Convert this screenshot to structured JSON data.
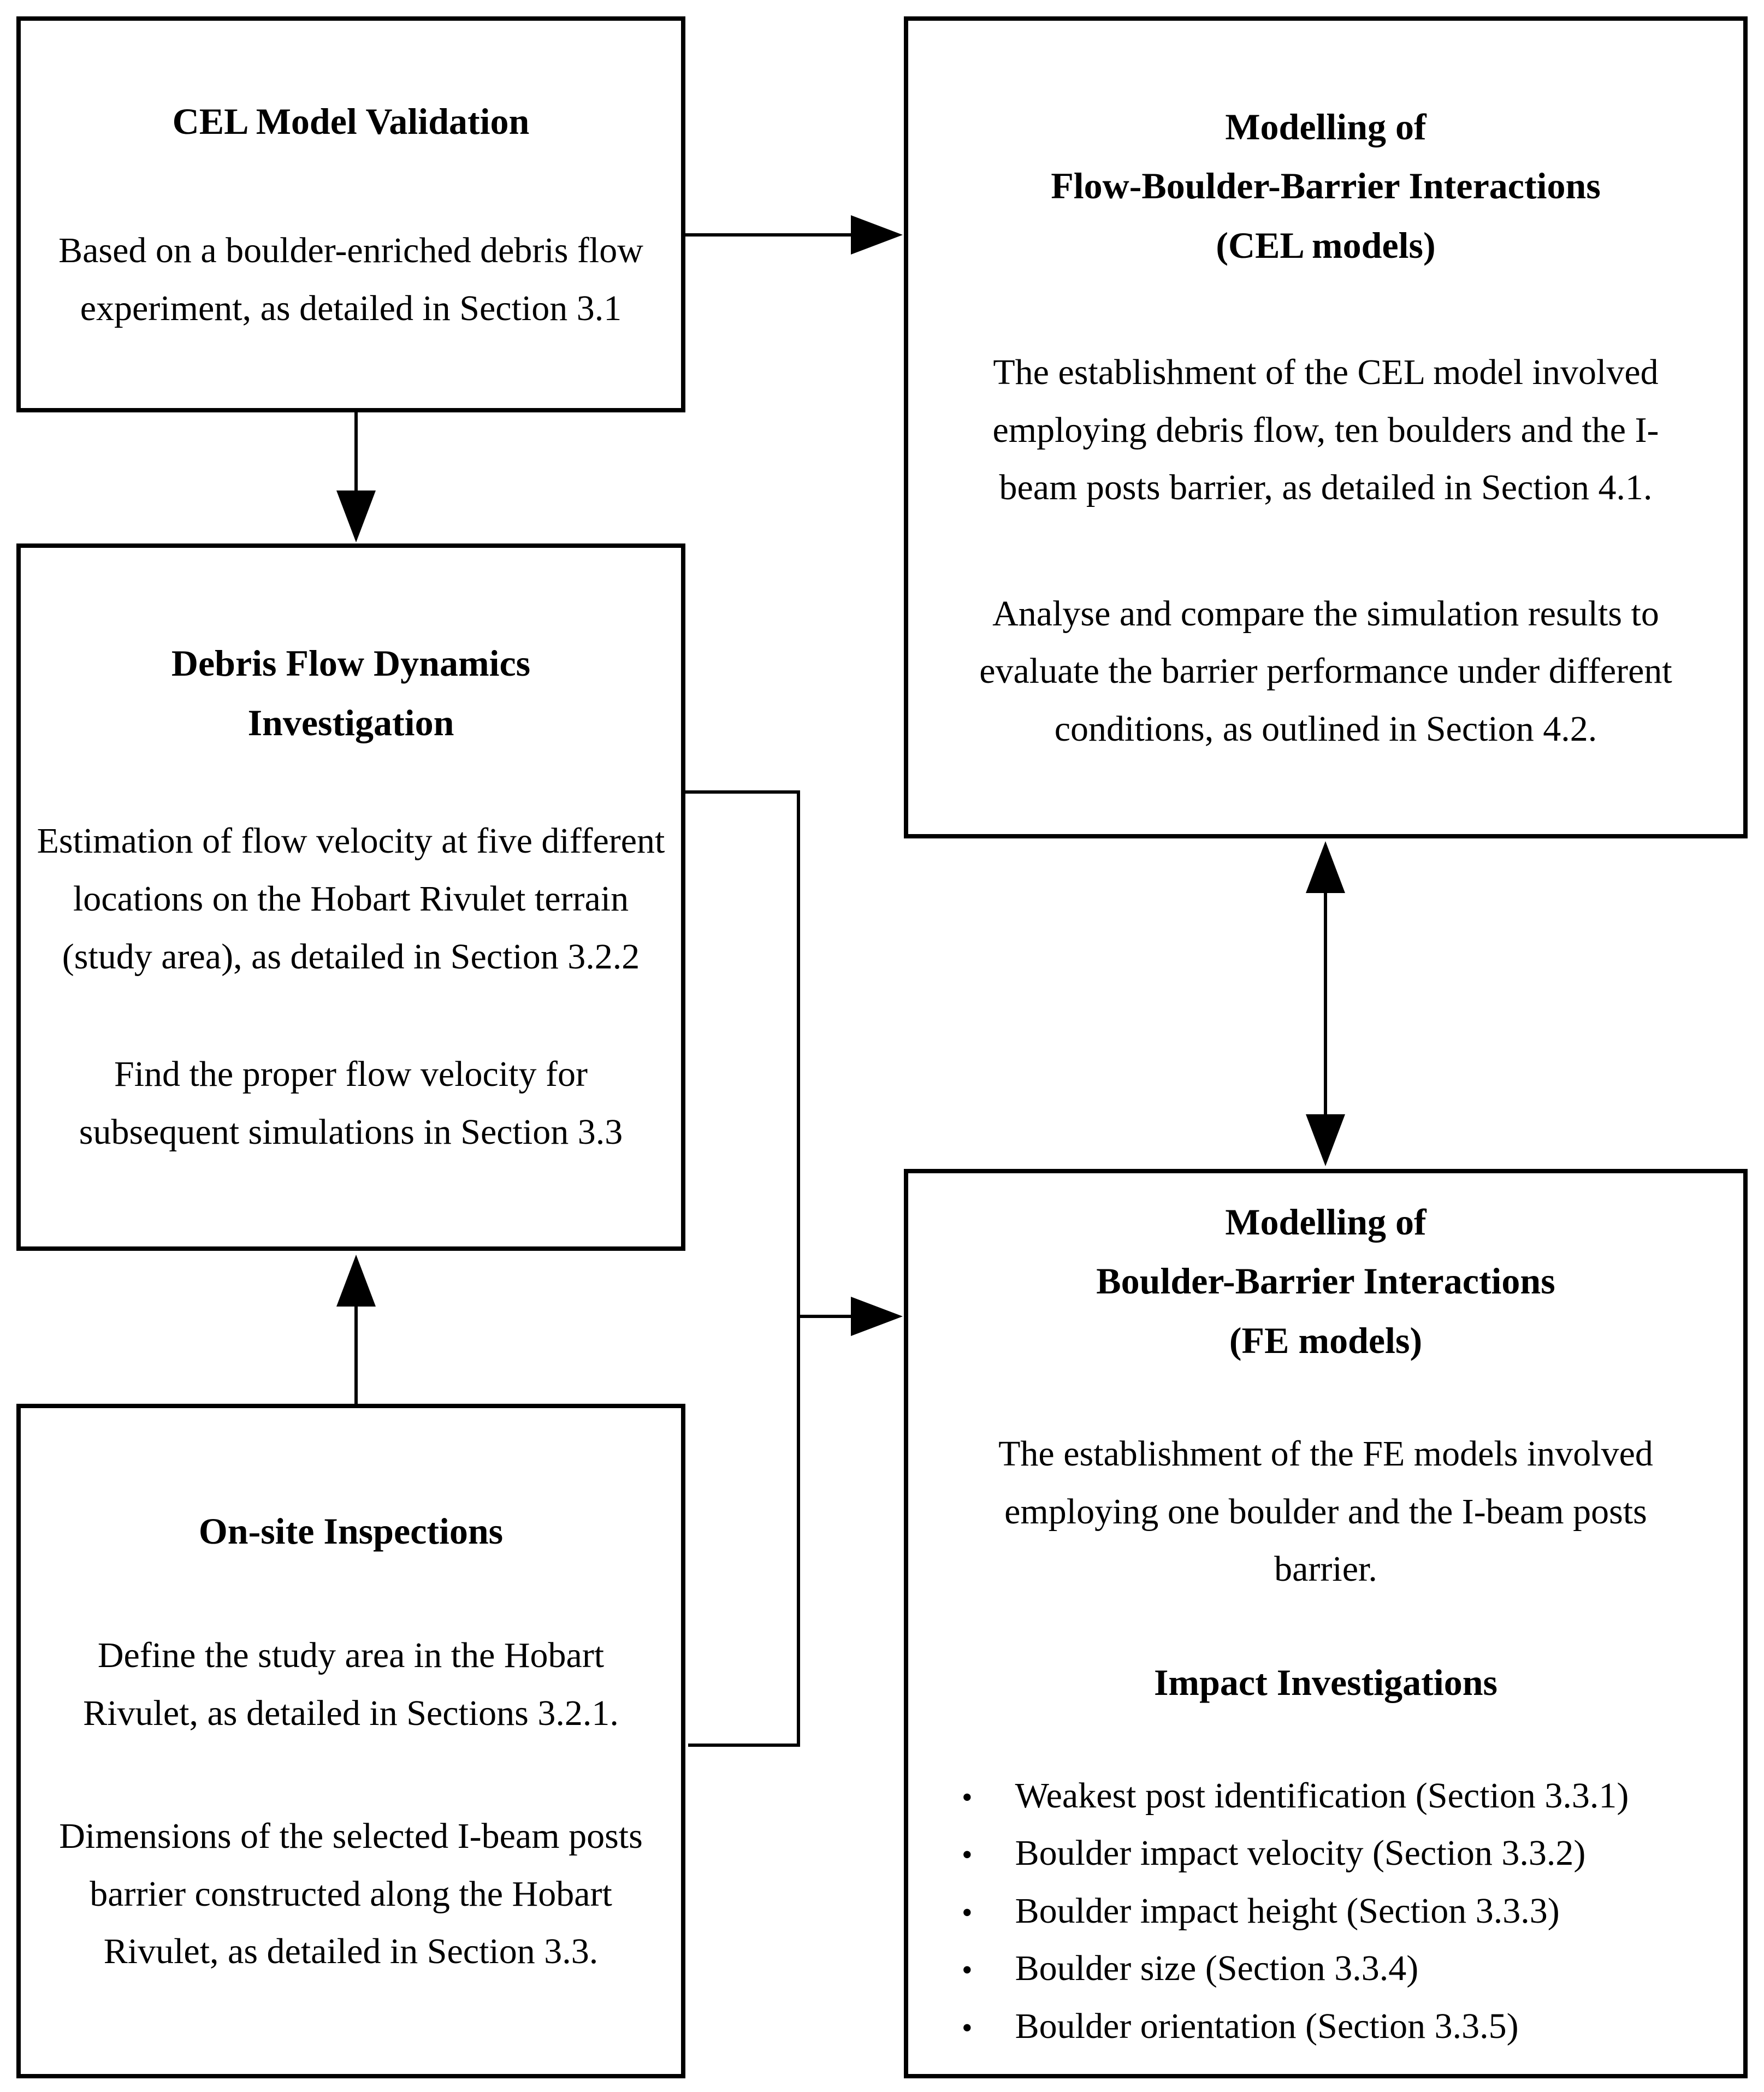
{
  "page": {
    "background_color": "#ffffff",
    "line_color": "#000000"
  },
  "boxes": {
    "cel_validation": {
      "heading_lines": [
        "CEL Model Validation"
      ],
      "paragraphs": [
        "Based on a boulder-enriched debris flow experiment, as detailed in Section 3.1"
      ]
    },
    "debris_dynamics": {
      "heading_lines": [
        "Debris Flow Dynamics",
        "Investigation"
      ],
      "paragraphs": [
        "Estimation of flow velocity at five different locations on the Hobart Rivulet terrain (study area), as detailed in Section 3.2.2",
        "Find the proper flow velocity for subsequent simulations in Section 3.3"
      ]
    },
    "onsite_inspections": {
      "heading_lines": [
        "On-site Inspections"
      ],
      "paragraphs": [
        "Define the study area in the Hobart Rivulet, as detailed in Sections 3.2.1.",
        "Dimensions of the selected I-beam posts barrier constructed along the Hobart Rivulet, as detailed in Section 3.3."
      ]
    },
    "cel_models": {
      "heading_lines": [
        "Modelling of",
        "Flow-Boulder-Barrier Interactions",
        "(CEL models)"
      ],
      "paragraphs": [
        "The establishment of the CEL model involved employing debris flow, ten boulders and the I-beam posts barrier, as detailed in Section 4.1.",
        "Analyse and compare the simulation results to evaluate the barrier performance under different conditions, as outlined in Section 4.2."
      ]
    },
    "fe_models": {
      "heading_lines": [
        "Modelling of",
        "Boulder-Barrier Interactions",
        "(FE models)"
      ],
      "paragraphs": [
        "The establishment of the FE models involved employing one boulder and the I-beam posts barrier."
      ],
      "subheading": "Impact Investigations",
      "bullet_glyph": "•",
      "bullets": [
        "Weakest post identification (Section 3.3.1)",
        "Boulder impact velocity (Section 3.3.2)",
        "Boulder impact height (Section 3.3.3)",
        "Boulder size (Section 3.3.4)",
        "Boulder orientation (Section 3.3.5)"
      ]
    }
  }
}
